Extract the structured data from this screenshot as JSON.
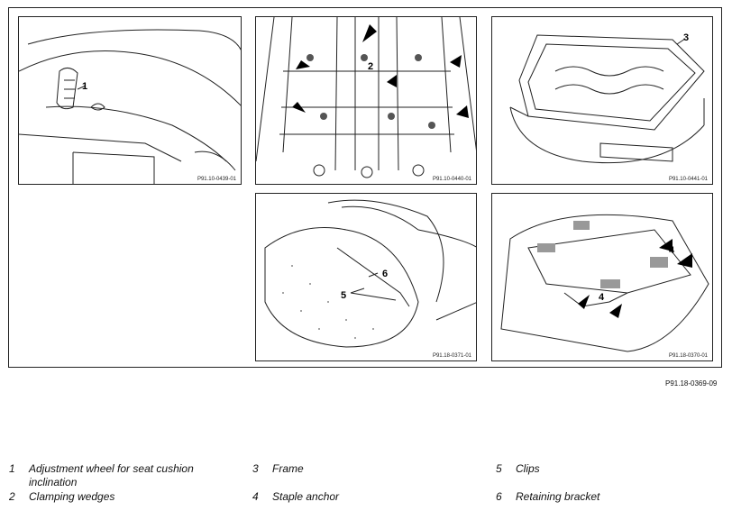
{
  "figure_code": "P91.18-0369-09",
  "panels": [
    {
      "code": "P91.10-0439-01",
      "callouts": [
        "1"
      ]
    },
    {
      "code": "P91.10-0440-01",
      "callouts": [
        "2"
      ]
    },
    {
      "code": "P91.10-0441-01",
      "callouts": [
        "3"
      ]
    },
    {
      "code": "P91.18-0371-01",
      "callouts": [
        "6",
        "5"
      ]
    },
    {
      "code": "P91.18-0370-01",
      "callouts": [
        "4",
        "4"
      ]
    }
  ],
  "legend": [
    {
      "num": "1",
      "text": "Adjustment wheel for seat cushion inclination"
    },
    {
      "num": "2",
      "text": "Clamping wedges"
    },
    {
      "num": "3",
      "text": "Frame"
    },
    {
      "num": "4",
      "text": "Staple anchor"
    },
    {
      "num": "5",
      "text": "Clips"
    },
    {
      "num": "6",
      "text": "Retaining bracket"
    }
  ]
}
